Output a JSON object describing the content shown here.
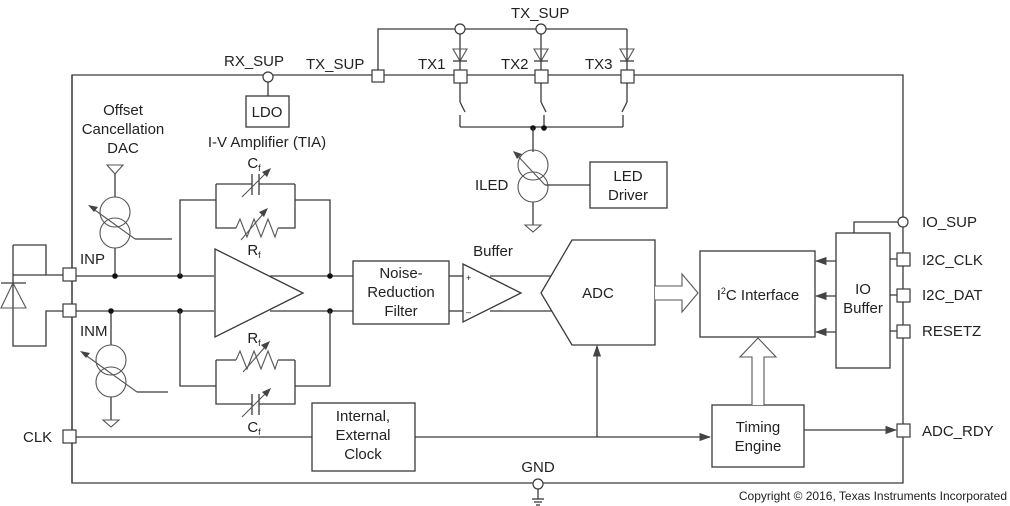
{
  "diagram": {
    "pins": {
      "rx_sup": "RX_SUP",
      "tx_sup_left": "TX_SUP",
      "tx_sup_top": "TX_SUP",
      "tx1": "TX1",
      "tx2": "TX2",
      "tx3": "TX3",
      "inp": "INP",
      "inm": "INM",
      "clk": "CLK",
      "gnd": "GND",
      "io_sup": "IO_SUP",
      "i2c_clk": "I2C_CLK",
      "i2c_dat": "I2C_DAT",
      "resetz": "RESETZ",
      "adc_rdy": "ADC_RDY"
    },
    "blocks": {
      "ldo": "LDO",
      "offset_dac": [
        "Offset",
        "Cancellation",
        "DAC"
      ],
      "tia_title": "I-V Amplifier (TIA)",
      "cf_top": "C",
      "cf_top_sub": "f",
      "rf_top": "R",
      "rf_top_sub": "f",
      "rf_bottom": "R",
      "rf_bottom_sub": "f",
      "cf_bottom": "C",
      "cf_bottom_sub": "f",
      "iled": "ILED",
      "led_driver": [
        "LED",
        "Driver"
      ],
      "noise_filter": [
        "Noise-",
        "Reduction",
        "Filter"
      ],
      "buffer": "Buffer",
      "buffer_plus": "+",
      "buffer_minus": "–",
      "adc": "ADC",
      "i2c_interface_pre": "I",
      "i2c_interface_sup": "2",
      "i2c_interface_post": "C Interface",
      "io_buffer": [
        "IO",
        "Buffer"
      ],
      "clock": [
        "Internal,",
        "External",
        "Clock"
      ],
      "timing_engine": [
        "Timing",
        "Engine"
      ]
    },
    "copyright": "Copyright © 2016, Texas Instruments Incorporated"
  }
}
